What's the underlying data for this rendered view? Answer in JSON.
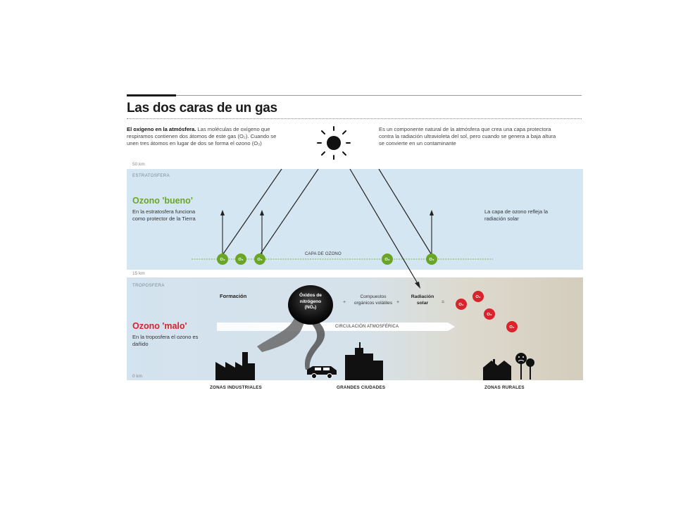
{
  "title": "Las dos caras de un gas",
  "intro_left": {
    "bold": "El oxígeno en la atmósfera.",
    "text": "Las moléculas de oxígeno que respiramos contienen dos átomos de este gas (O₂). Cuando se unen tres átomos en lugar de dos se forma el ozono (O₃)"
  },
  "intro_right": "Es un componente natural de la atmósfera que crea una capa protectora contra la radiación ultravioleta del sol, pero cuando se genera a baja altura se convierte en un contaminante",
  "altitudes": {
    "top": "50 km",
    "middle": "15 km",
    "bottom": "0 km"
  },
  "stratosphere": {
    "name": "ESTRATOSFERA",
    "ozone_title": "Ozono 'bueno'",
    "desc": "En la estratosfera funciona como protector de la Tierra",
    "right_note": "La capa de ozono refleja la radiación solar",
    "layer_label": "CAPA DE OZONO",
    "molecule": "O₃"
  },
  "troposphere": {
    "name": "TROPOSFERA",
    "ozone_title": "Ozono 'malo'",
    "desc": "En la troposfera el ozono es dañido",
    "formation": "Formación",
    "nox": "Óxidos de nitrógeno (NOₓ)",
    "voc": "Compuestos orgánicos volátiles",
    "radiation": "Radiación solar",
    "plus": "+",
    "equals": "=",
    "circulation": "CIRCULACIÓN ATMOSFÉRICA",
    "molecule": "O₃"
  },
  "zones": {
    "industrial": "ZONAS INDUSTRIALES",
    "cities": "GRANDES CIUDADES",
    "rural": "ZONAS RURALES"
  },
  "colors": {
    "good": "#6aa625",
    "bad": "#d9232d",
    "stratosphere_bg": "#d5e6f3",
    "troposphere_bg": "#d8d2c4"
  },
  "icons": [
    "sun-icon",
    "factory-icon",
    "car-icon",
    "city-icon",
    "house-icon",
    "tree-icon",
    "smoke-icon"
  ]
}
